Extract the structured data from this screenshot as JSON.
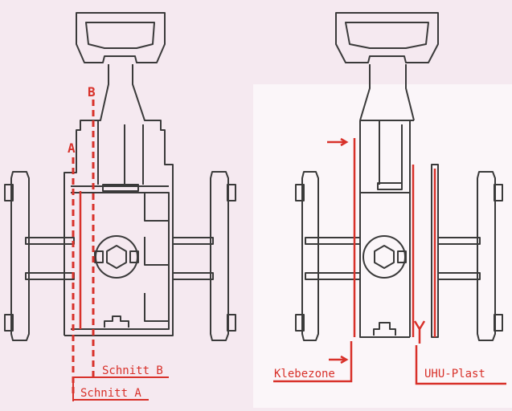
{
  "labels": {
    "section_a_marker": "A",
    "section_b_marker": "B",
    "schnitt_a": "Schnitt A",
    "schnitt_b": "Schnitt B",
    "klebezone": "Klebezone",
    "uhu_plast": "UHU-Plast"
  },
  "colors": {
    "background": "#f5e9f0",
    "ink": "#3a3a3a",
    "markup": "#d8312a"
  }
}
